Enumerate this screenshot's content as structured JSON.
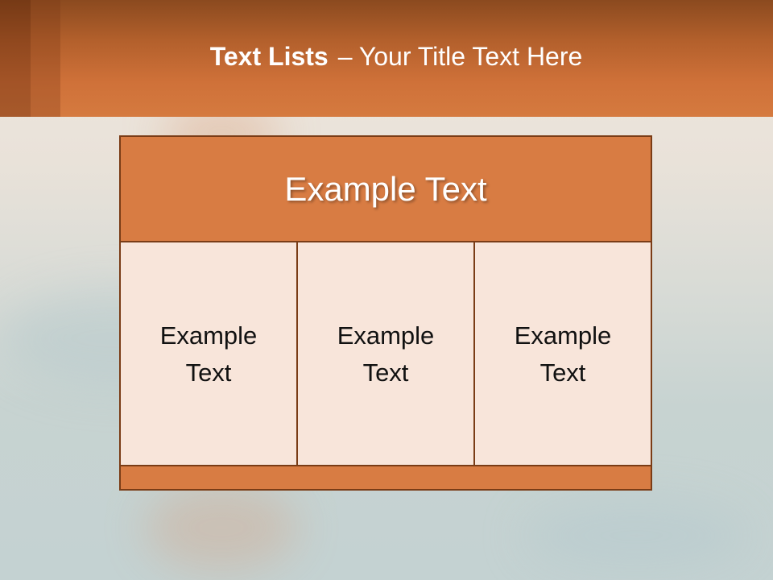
{
  "slide": {
    "title_bold": "Text Lists",
    "title_rest": "– Your Title Text Here"
  },
  "diagram": {
    "header": "Example Text",
    "cells": [
      {
        "line1": "Example",
        "line2": "Text"
      },
      {
        "line1": "Example",
        "line2": "Text"
      },
      {
        "line1": "Example",
        "line2": "Text"
      }
    ]
  },
  "colors": {
    "header_band": "#d57a3f",
    "box_fill": "#f8e5da",
    "accent_fill": "#d87c43",
    "border": "#7a3c16"
  }
}
